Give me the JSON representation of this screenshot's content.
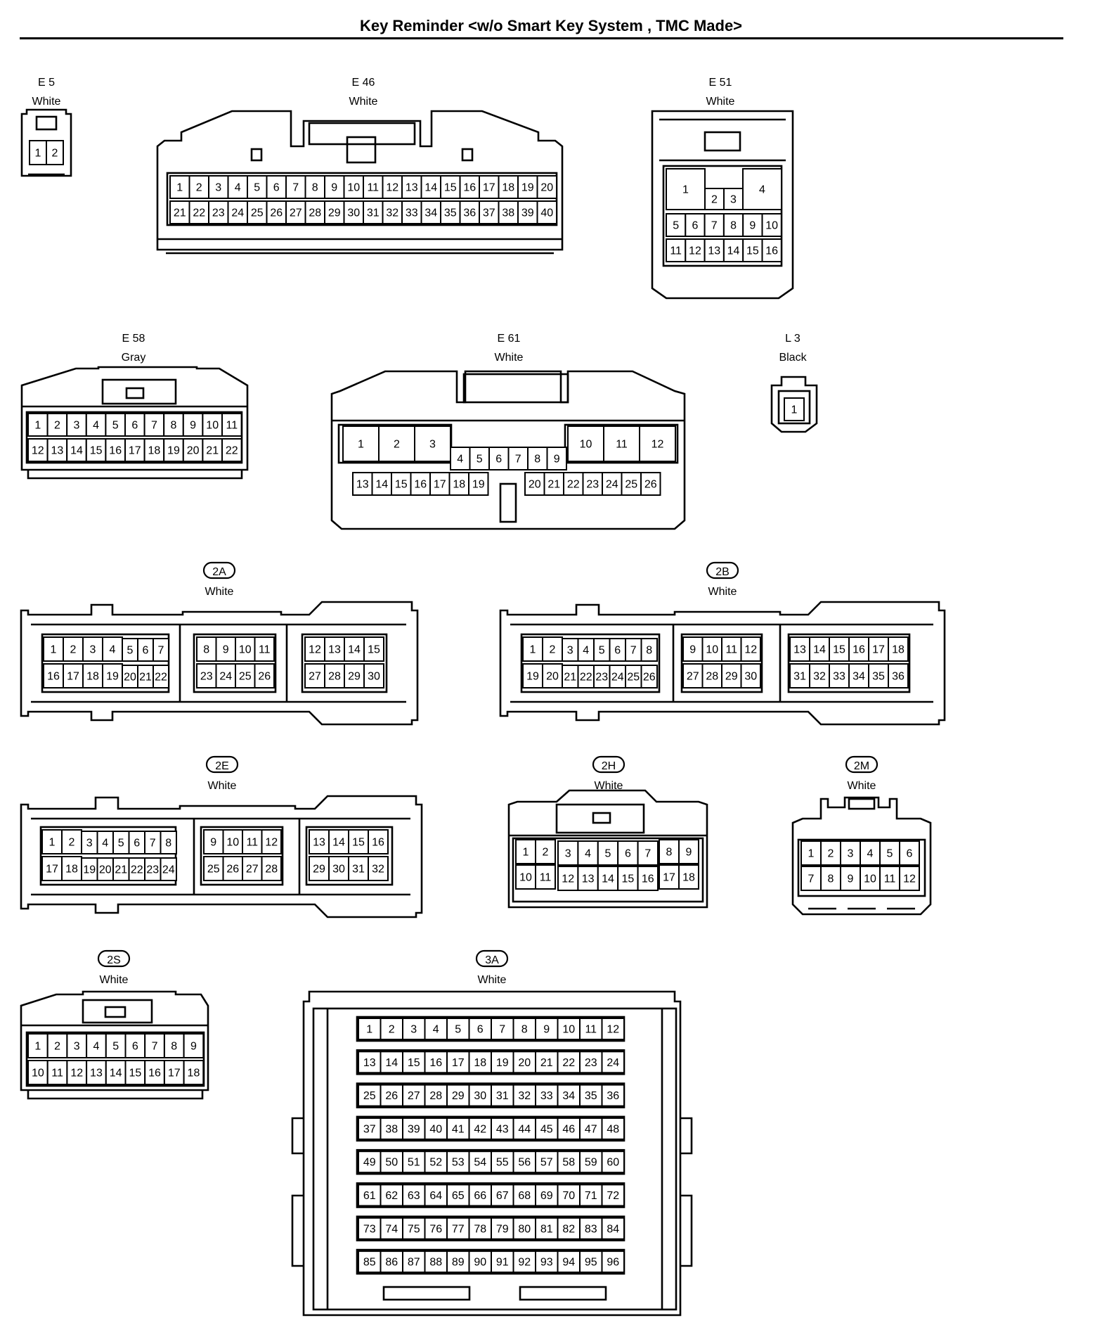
{
  "title": "Key Reminder <w/o Smart Key System , TMC Made>",
  "connectors": [
    {
      "id": "E5",
      "code": "E 5",
      "color": "White",
      "badge": false,
      "rows": [
        [
          "1",
          "2"
        ]
      ]
    },
    {
      "id": "E46",
      "code": "E 46",
      "color": "White",
      "badge": false,
      "rows": [
        [
          "1",
          "2",
          "3",
          "4",
          "5",
          "6",
          "7",
          "8",
          "9",
          "10",
          "11",
          "12",
          "13",
          "14",
          "15",
          "16",
          "17",
          "18",
          "19",
          "20"
        ],
        [
          "21",
          "22",
          "23",
          "24",
          "25",
          "26",
          "27",
          "28",
          "29",
          "30",
          "31",
          "32",
          "33",
          "34",
          "35",
          "36",
          "37",
          "38",
          "39",
          "40"
        ]
      ]
    },
    {
      "id": "E51",
      "code": "E 51",
      "color": "White",
      "badge": false,
      "rows": [
        [
          "1",
          "2",
          "3",
          "4"
        ],
        [
          "5",
          "6",
          "7",
          "8",
          "9",
          "10"
        ],
        [
          "11",
          "12",
          "13",
          "14",
          "15",
          "16"
        ]
      ]
    },
    {
      "id": "E58",
      "code": "E 58",
      "color": "Gray",
      "badge": false,
      "rows": [
        [
          "1",
          "2",
          "3",
          "4",
          "5",
          "6",
          "7",
          "8",
          "9",
          "10",
          "11"
        ],
        [
          "12",
          "13",
          "14",
          "15",
          "16",
          "17",
          "18",
          "19",
          "20",
          "21",
          "22"
        ]
      ]
    },
    {
      "id": "E61",
      "code": "E 61",
      "color": "White",
      "badge": false,
      "rows": [
        [
          "1",
          "2",
          "3",
          "10",
          "11",
          "12"
        ],
        [
          "4",
          "5",
          "6",
          "7",
          "8",
          "9"
        ],
        [
          "13",
          "14",
          "15",
          "16",
          "17",
          "18",
          "19",
          "20",
          "21",
          "22",
          "23",
          "24",
          "25",
          "26"
        ]
      ]
    },
    {
      "id": "L3",
      "code": "L 3",
      "color": "Black",
      "badge": false,
      "rows": [
        [
          "1"
        ]
      ]
    },
    {
      "id": "2A",
      "code": "2A",
      "color": "White",
      "badge": true,
      "rows": [
        [
          "1",
          "2",
          "3",
          "4",
          "5",
          "6",
          "7",
          "8",
          "9",
          "10",
          "11",
          "12",
          "13",
          "14",
          "15"
        ],
        [
          "16",
          "17",
          "18",
          "19",
          "20",
          "21",
          "22",
          "23",
          "24",
          "25",
          "26",
          "27",
          "28",
          "29",
          "30"
        ]
      ]
    },
    {
      "id": "2B",
      "code": "2B",
      "color": "White",
      "badge": true,
      "rows": [
        [
          "1",
          "2",
          "3",
          "4",
          "5",
          "6",
          "7",
          "8",
          "9",
          "10",
          "11",
          "12",
          "13",
          "14",
          "15",
          "16",
          "17",
          "18"
        ],
        [
          "19",
          "20",
          "21",
          "22",
          "23",
          "24",
          "25",
          "26",
          "27",
          "28",
          "29",
          "30",
          "31",
          "32",
          "33",
          "34",
          "35",
          "36"
        ]
      ]
    },
    {
      "id": "2E",
      "code": "2E",
      "color": "White",
      "badge": true,
      "rows": [
        [
          "1",
          "2",
          "3",
          "4",
          "5",
          "6",
          "7",
          "8",
          "9",
          "10",
          "11",
          "12",
          "13",
          "14",
          "15",
          "16"
        ],
        [
          "17",
          "18",
          "19",
          "20",
          "21",
          "22",
          "23",
          "24",
          "25",
          "26",
          "27",
          "28",
          "29",
          "30",
          "31",
          "32"
        ]
      ]
    },
    {
      "id": "2H",
      "code": "2H",
      "color": "White",
      "badge": true,
      "rows": [
        [
          "1",
          "2",
          "3",
          "4",
          "5",
          "6",
          "7",
          "8",
          "9"
        ],
        [
          "10",
          "11",
          "12",
          "13",
          "14",
          "15",
          "16",
          "17",
          "18"
        ]
      ]
    },
    {
      "id": "2M",
      "code": "2M",
      "color": "White",
      "badge": true,
      "rows": [
        [
          "1",
          "2",
          "3",
          "4",
          "5",
          "6"
        ],
        [
          "7",
          "8",
          "9",
          "10",
          "11",
          "12"
        ]
      ]
    },
    {
      "id": "2S",
      "code": "2S",
      "color": "White",
      "badge": true,
      "rows": [
        [
          "1",
          "2",
          "3",
          "4",
          "5",
          "6",
          "7",
          "8",
          "9"
        ],
        [
          "10",
          "11",
          "12",
          "13",
          "14",
          "15",
          "16",
          "17",
          "18"
        ]
      ]
    },
    {
      "id": "3A",
      "code": "3A",
      "color": "White",
      "badge": true,
      "rows": [
        [
          "1",
          "2",
          "3",
          "4",
          "5",
          "6",
          "7",
          "8",
          "9",
          "10",
          "11",
          "12"
        ],
        [
          "13",
          "14",
          "15",
          "16",
          "17",
          "18",
          "19",
          "20",
          "21",
          "22",
          "23",
          "24"
        ],
        [
          "25",
          "26",
          "27",
          "28",
          "29",
          "30",
          "31",
          "32",
          "33",
          "34",
          "35",
          "36"
        ],
        [
          "37",
          "38",
          "39",
          "40",
          "41",
          "42",
          "43",
          "44",
          "45",
          "46",
          "47",
          "48"
        ],
        [
          "49",
          "50",
          "51",
          "52",
          "53",
          "54",
          "55",
          "56",
          "57",
          "58",
          "59",
          "60"
        ],
        [
          "61",
          "62",
          "63",
          "64",
          "65",
          "66",
          "67",
          "68",
          "69",
          "70",
          "71",
          "72"
        ],
        [
          "73",
          "74",
          "75",
          "76",
          "77",
          "78",
          "79",
          "80",
          "81",
          "82",
          "83",
          "84"
        ],
        [
          "85",
          "86",
          "87",
          "88",
          "89",
          "90",
          "91",
          "92",
          "93",
          "94",
          "95",
          "96"
        ]
      ]
    }
  ]
}
